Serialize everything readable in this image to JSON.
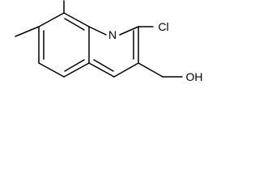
{
  "molecule": {
    "atoms": {
      "ring_nitrogen": "N",
      "chloro": "Cl",
      "hydroxyl": "OH"
    },
    "colors": {
      "bond": "#000000",
      "label": "#000000",
      "background": "#ffffff"
    }
  }
}
